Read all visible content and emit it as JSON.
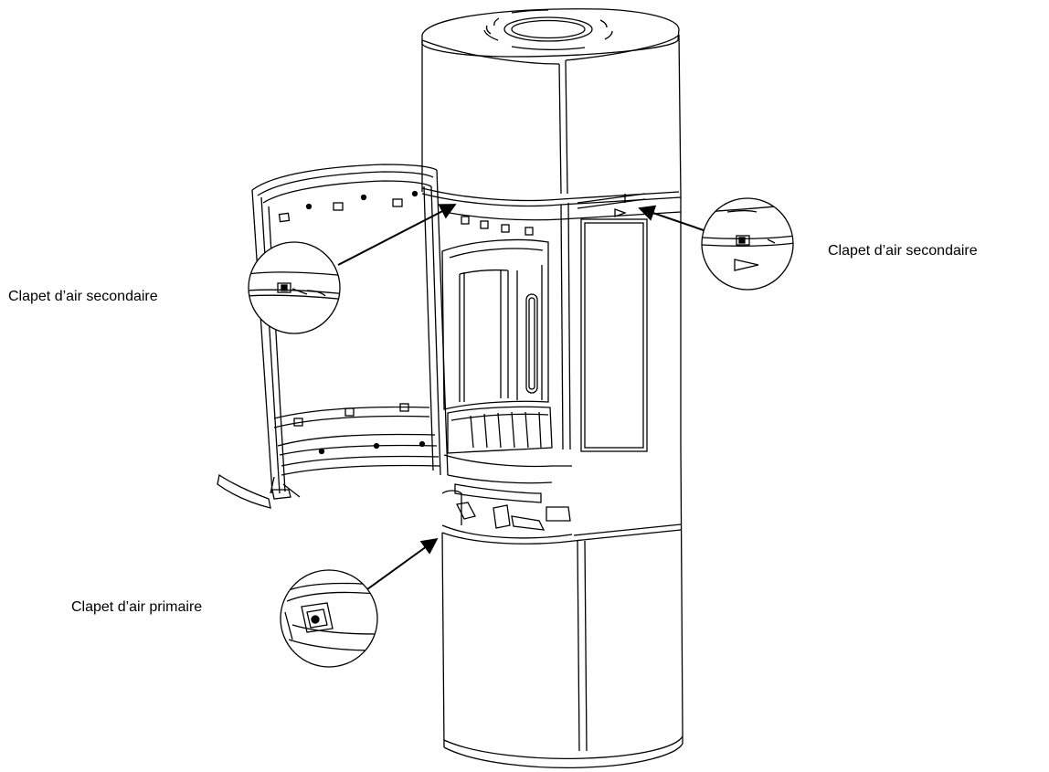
{
  "callouts": {
    "secondary_air_left": {
      "label": "Clapet d’air secondaire"
    },
    "secondary_air_right": {
      "label": "Clapet d’air secondaire"
    },
    "primary_air": {
      "label": "Clapet d’air primaire"
    }
  },
  "colors": {
    "line": "#000000",
    "background": "#ffffff"
  }
}
